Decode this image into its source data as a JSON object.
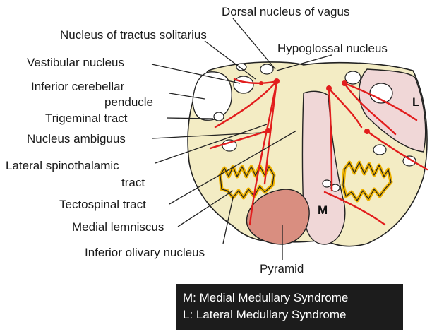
{
  "labels": {
    "dorsal_nucleus_vagus": "Dorsal nucleus of vagus",
    "nucleus_tractus_solitarius": "Nucleus of tractus solitarius",
    "hypoglossal_nucleus": "Hypoglossal nucleus",
    "vestibular_nucleus": "Vestibular nucleus",
    "inferior_cerebellar_1": "Inferior cerebellar",
    "inferior_cerebellar_2": "penducle",
    "trigeminal_tract": "Trigeminal tract",
    "nucleus_ambiguus": "Nucleus ambiguus",
    "lateral_spinothalamic_1": "Lateral spinothalamic",
    "lateral_spinothalamic_2": "tract",
    "tectospinal_tract": "Tectospinal tract",
    "medial_lemniscus": "Medial lemniscus",
    "inferior_olivary_nucleus": "Inferior olivary nucleus",
    "pyramid": "Pyramid"
  },
  "regions": {
    "medial": "M",
    "lateral": "L"
  },
  "legend": {
    "line1": "M: Medial Medullary Syndrome",
    "line2": "L: Lateral Medullary Syndrome"
  },
  "colors": {
    "tissue": "#f3ecc4",
    "medial_zone": "#f0d7d7",
    "pyramid": "#d98e80",
    "olive_outer": "#f0b400",
    "tract_lines": "#e21d1d",
    "legend_bg": "#1c1c1c"
  }
}
